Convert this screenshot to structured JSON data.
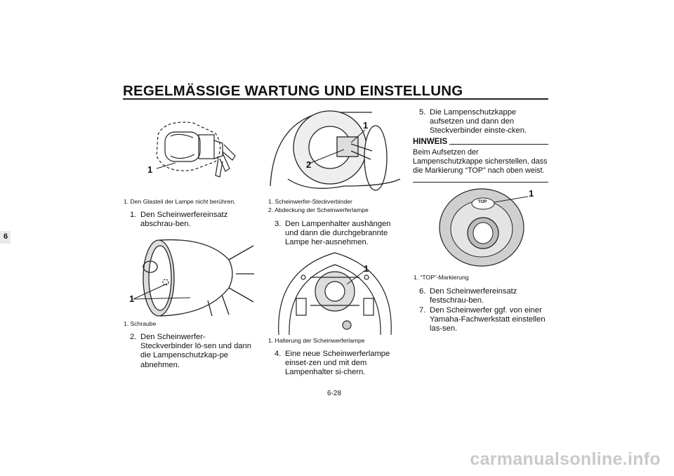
{
  "header": {
    "title": "REGELMÄSSIGE WARTUNG UND EINSTELLUNG"
  },
  "chapter": "6",
  "col1": {
    "fig1": {
      "label": "1",
      "caption": "1. Den Glasteil der Lampe nicht berühren."
    },
    "step1": {
      "num": "1.",
      "text": "Den Scheinwerfereinsatz abschrau-ben."
    },
    "fig2": {
      "label": "1",
      "caption": "1. Schraube"
    },
    "step2": {
      "num": "2.",
      "text": "Den Scheinwerfer-Steckverbinder lö-sen und dann die Lampenschutzkap-pe abnehmen."
    }
  },
  "col2": {
    "fig3": {
      "label1": "1",
      "label2": "2",
      "caption1": "1. Scheinwerfer-Steckverbinder",
      "caption2": "2. Abdeckung der Scheinwerferlampe"
    },
    "step3": {
      "num": "3.",
      "text": "Den Lampenhalter aushängen und dann die durchgebrannte Lampe her-ausnehmen."
    },
    "fig4": {
      "label": "1",
      "caption": "1. Halterung der Scheinwerferlampe"
    },
    "step4": {
      "num": "4.",
      "text": "Eine neue Scheinwerferlampe einset-zen und mit dem Lampenhalter si-chern."
    }
  },
  "col3": {
    "step5": {
      "num": "5.",
      "text": "Die Lampenschutzkappe aufsetzen und dann den Steckverbinder einste-cken."
    },
    "note": {
      "title": "HINWEIS",
      "text": "Beim Aufsetzen der Lampenschutzkappe sicherstellen, dass die Markierung “TOP” nach oben weist."
    },
    "fig5": {
      "label": "1",
      "mark": "TOP",
      "caption": "1. “TOP”-Markierung"
    },
    "step6": {
      "num": "6.",
      "text": "Den Scheinwerfereinsatz festschrau-ben."
    },
    "step7": {
      "num": "7.",
      "text": "Den Scheinwerfer ggf. von einer Yamaha-Fachwerkstatt einstellen las-sen."
    }
  },
  "footer": {
    "page_number": "6-28",
    "watermark": "carmanualsonline.info"
  }
}
